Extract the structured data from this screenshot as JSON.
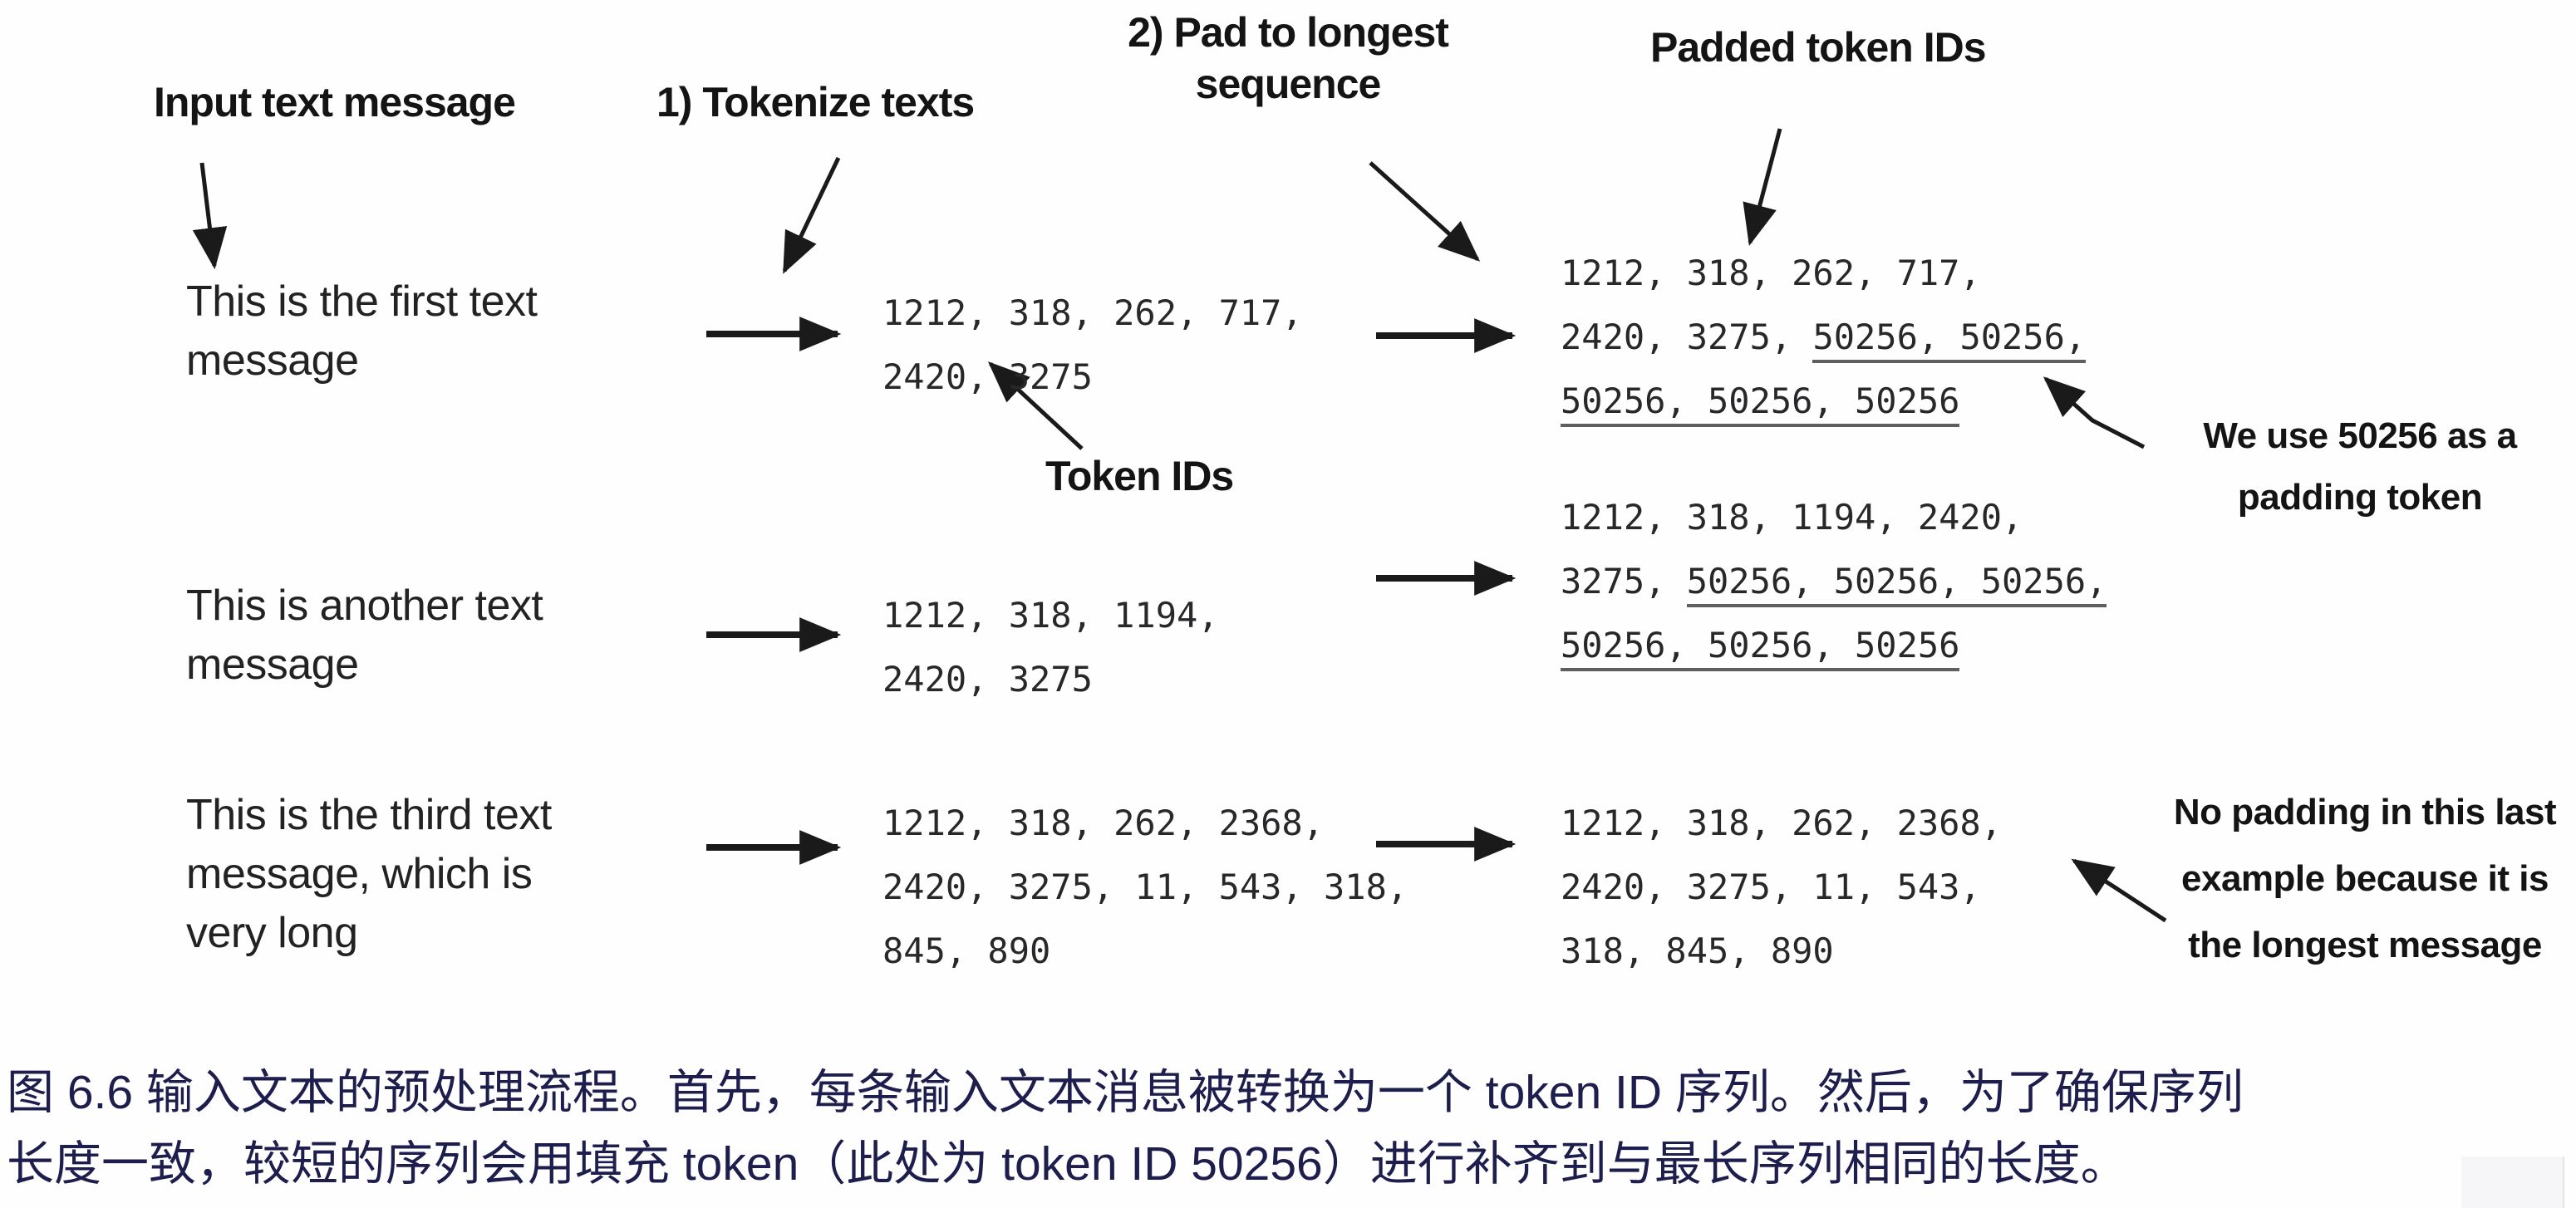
{
  "figure": {
    "labels": {
      "input": "Input text message",
      "tokenize": "1) Tokenize texts",
      "pad_line1": "2) Pad to longest",
      "pad_line2": "sequence",
      "padded": "Padded token IDs",
      "token_ids": "Token IDs"
    },
    "annotations": {
      "padding_note": {
        "line1": "We use 50256 as a",
        "line2": "padding token"
      },
      "no_padding_note": {
        "line1": "No padding in this last",
        "line2": "example because it is",
        "line3": "the longest message"
      }
    },
    "rows": [
      {
        "input_lines": [
          "This is the first text",
          "message"
        ],
        "token_lines": [
          "1212, 318, 262, 717,",
          "2420, 3275"
        ],
        "padded_lines": [
          {
            "pre": "1212, 318, 262, 717,",
            "underlined": ""
          },
          {
            "pre": "2420, 3275, ",
            "underlined": "50256, 50256,"
          },
          {
            "pre": "",
            "underlined": "50256, 50256, 50256"
          }
        ]
      },
      {
        "input_lines": [
          "This is another text",
          "message"
        ],
        "token_lines": [
          "1212, 318, 1194,",
          "2420, 3275"
        ],
        "padded_lines": [
          {
            "pre": "1212, 318, 1194, 2420,",
            "underlined": ""
          },
          {
            "pre": "3275, ",
            "underlined": "50256, 50256, 50256,"
          },
          {
            "pre": "",
            "underlined": "50256, 50256, 50256"
          }
        ]
      },
      {
        "input_lines": [
          "This is the third text",
          "message, which is",
          "very long"
        ],
        "token_lines": [
          "1212, 318, 262, 2368,",
          "2420, 3275, 11, 543, 318,",
          "845, 890"
        ],
        "padded_lines": [
          {
            "pre": "1212, 318, 262, 2368,",
            "underlined": ""
          },
          {
            "pre": "2420, 3275, 11, 543,",
            "underlined": ""
          },
          {
            "pre": "318, 845, 890",
            "underlined": ""
          }
        ]
      }
    ],
    "padding_token_id": "50256"
  },
  "caption": {
    "line1": "图 6.6 输入文本的预处理流程。首先，每条输入文本消息被转换为一个 token ID 序列。然后，为了确保序列",
    "line2": "长度一致，较短的序列会用填充 token（此处为 token ID 50256）进行补齐到与最长序列相同的长度。",
    "figure_number": "图 6.6"
  },
  "colors": {
    "diagram_text": "#141414",
    "mono_text": "#28282b",
    "caption_text": "#1e1e4e",
    "background": "#fefefe",
    "underline": "#5f5f5f"
  }
}
